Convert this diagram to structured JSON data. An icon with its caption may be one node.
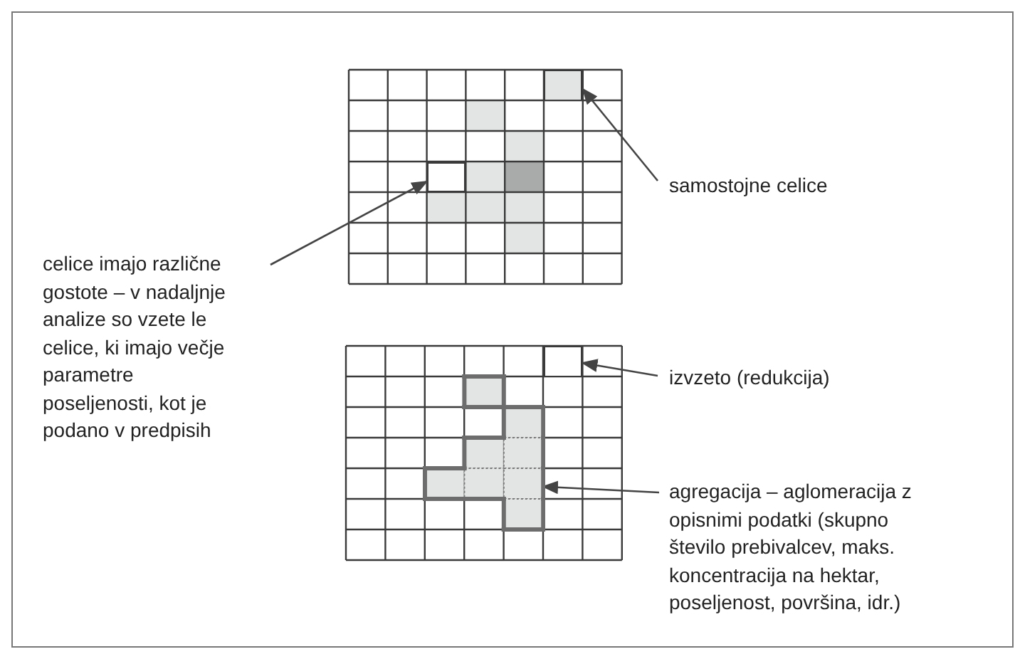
{
  "diagram": {
    "nodes": [
      {
        "text": [
          "samostojne celice"
        ]
      },
      {
        "text": [
          "celice imajo različne gostote – v nadaljnje analize so vzete le celice, ki imajo večje parametre poseljenosti, kot je podano v predpisih"
        ]
      },
      {
        "text": [
          "izvzeto (redukcija)"
        ]
      },
      {
        "text": [
          "agregacija – aglomeracija z opisnimi podatki (skupno število prebivalcev, maks. koncentracija na hektar, poseljenost, površina, idr.)"
        ]
      },
      {
        "text": [],
        "shape": "box"
      },
      {
        "text": [],
        "shape": "box"
      },
      {
        "text": [],
        "shape": "box"
      },
      {
        "text": [],
        "shape": "box"
      }
    ],
    "edges": [
      {
        "from": 0,
        "to": 4,
        "arrow": "to"
      },
      {
        "from": 1,
        "to": 5,
        "arrow": "to"
      },
      {
        "from": 2,
        "to": 6,
        "arrow": "to"
      },
      {
        "from": 3,
        "to": 7,
        "arrow": "to"
      }
    ]
  }
}
